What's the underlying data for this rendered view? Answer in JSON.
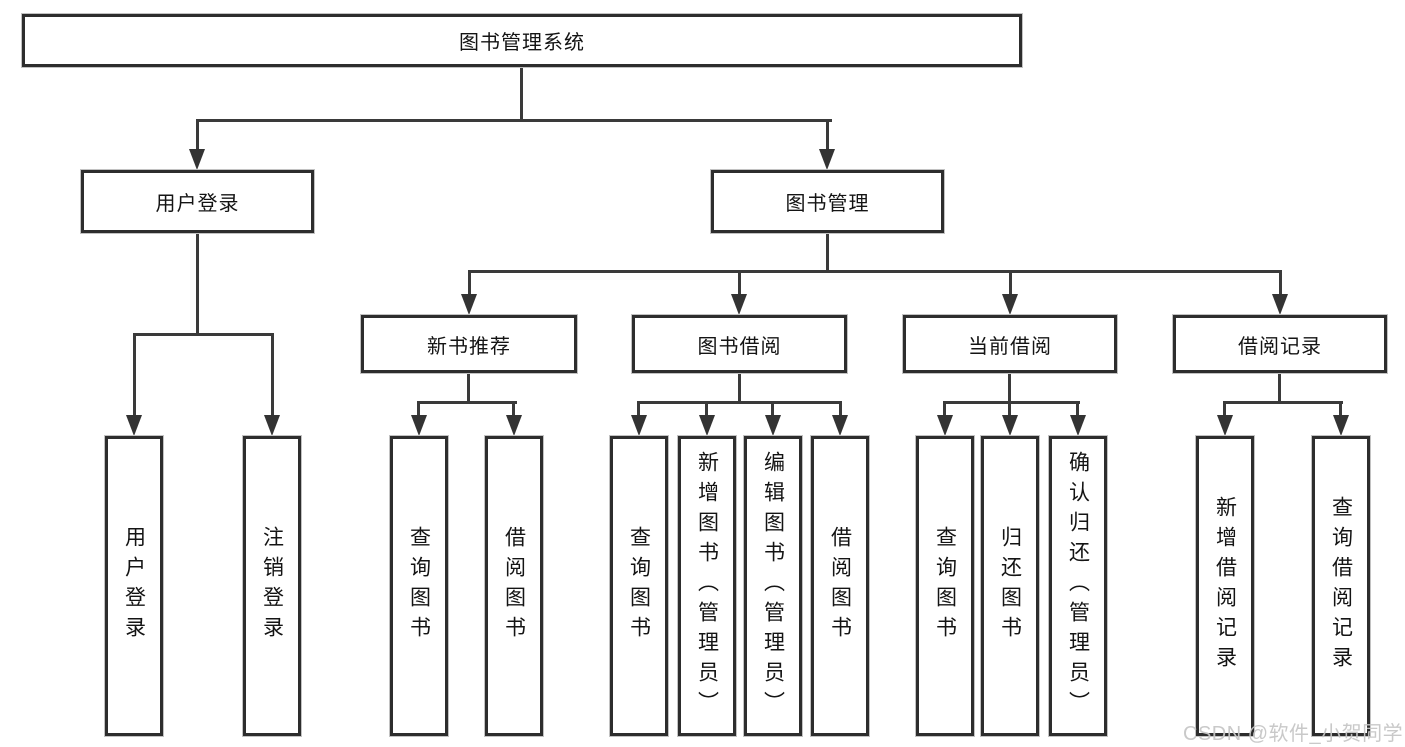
{
  "nodes": {
    "root": "图书管理系统",
    "user_login": "用户登录",
    "book_mgmt": "图书管理",
    "new_book_rec": "新书推荐",
    "book_borrow": "图书借阅",
    "current_borrow": "当前借阅",
    "borrow_record": "借阅记录",
    "g1": [
      "用户登录",
      "注销登录"
    ],
    "g2": [
      "查询图书",
      "借阅图书"
    ],
    "g3": [
      "查询图书",
      "新增图书（管理员）",
      "编辑图书（管理员）",
      "借阅图书"
    ],
    "g4": [
      "查询图书",
      "归还图书",
      "确认归还（管理员）"
    ],
    "g5": [
      "新增借阅记录",
      "查询借阅记录"
    ]
  },
  "watermark": "CSDN @软件_小贺同学",
  "colors": {
    "line": "#3a3a3a",
    "box_border": "#2d2d2d",
    "box_fill": "#ffffff",
    "text": "#141414",
    "watermark": "#c6c6c6"
  }
}
